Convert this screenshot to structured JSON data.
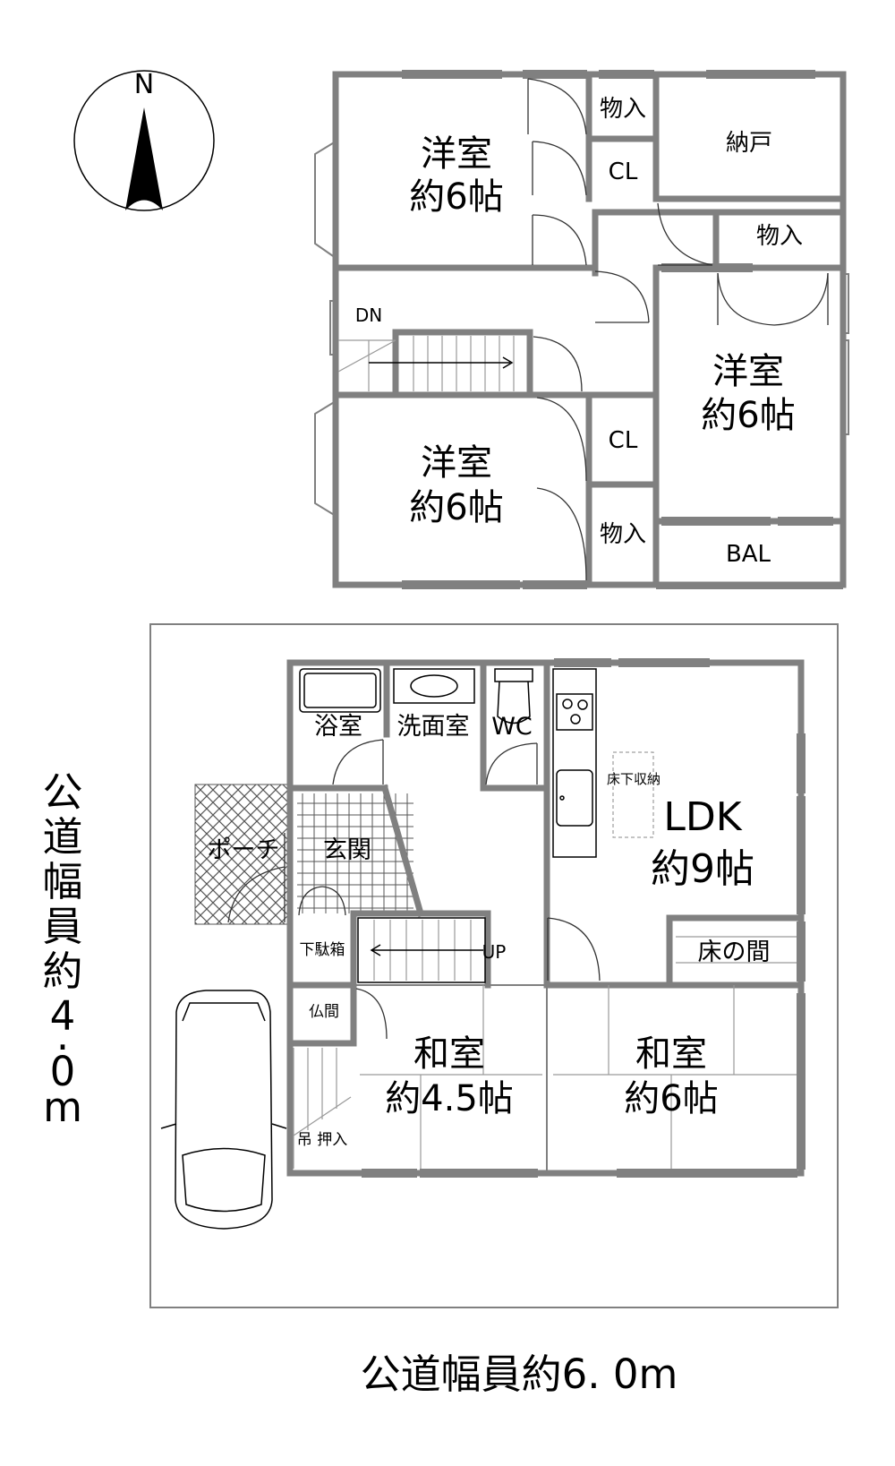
{
  "compass": {
    "north_label": "N"
  },
  "upper_floor": {
    "room_nw": {
      "name": "洋室",
      "size": "約6帖"
    },
    "closet_top": "物入",
    "cl_top": "CL",
    "storage_room": "納戸",
    "closet_right": "物入",
    "stair_label": "DN",
    "room_east": {
      "name": "洋室",
      "size": "約6帖"
    },
    "room_sw": {
      "name": "洋室",
      "size": "約6帖"
    },
    "cl_bottom": "CL",
    "closet_bottom": "物入",
    "balcony": "BAL"
  },
  "ground_floor": {
    "bath": "浴室",
    "washroom": "洗面室",
    "wc": "WC",
    "underfloor_storage": "床下収納",
    "ldk": {
      "name": "LDK",
      "size": "約9帖"
    },
    "porch": "ポーチ",
    "entrance": "玄関",
    "shoe_box": "下駄箱",
    "stair_label": "UP",
    "tokonoma": "床の間",
    "butsuma": "仏間",
    "washitsu_small": {
      "name": "和室",
      "size": "約4.5帖"
    },
    "washitsu_large": {
      "name": "和室",
      "size": "約6帖"
    },
    "closet": "吊 押入"
  },
  "road_west": [
    "公",
    "道",
    "幅",
    "員",
    "約",
    "4",
    ".",
    "0",
    "m"
  ],
  "road_south": "公道幅員約6. 0m"
}
